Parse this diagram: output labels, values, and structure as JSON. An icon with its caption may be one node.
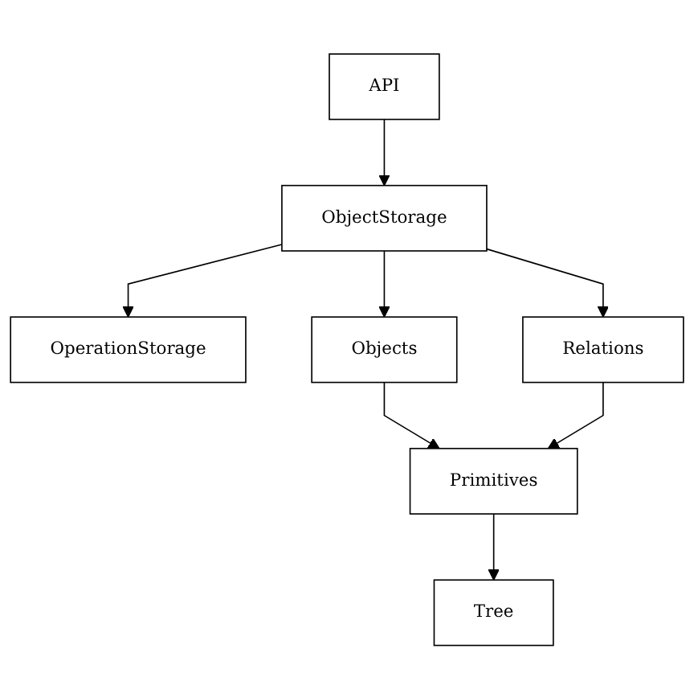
{
  "diagram": {
    "nodes": [
      {
        "text": [
          "API"
        ]
      },
      {
        "text": [
          "ObjectStorage"
        ]
      },
      {
        "text": [
          "OperationStorage"
        ]
      },
      {
        "text": [
          "Objects"
        ]
      },
      {
        "text": [
          "Relations"
        ]
      },
      {
        "text": [
          "Primitives"
        ]
      },
      {
        "text": [
          "Tree"
        ]
      }
    ],
    "edges": [
      {
        "from": 0,
        "to": 1,
        "arrow": "to"
      },
      {
        "from": 1,
        "to": 2,
        "arrow": "to"
      },
      {
        "from": 1,
        "to": 3,
        "arrow": "to"
      },
      {
        "from": 1,
        "to": 4,
        "arrow": "to"
      },
      {
        "from": 3,
        "to": 5,
        "arrow": "to"
      },
      {
        "from": 4,
        "to": 5,
        "arrow": "to"
      },
      {
        "from": 5,
        "to": 6,
        "arrow": "to"
      }
    ]
  }
}
